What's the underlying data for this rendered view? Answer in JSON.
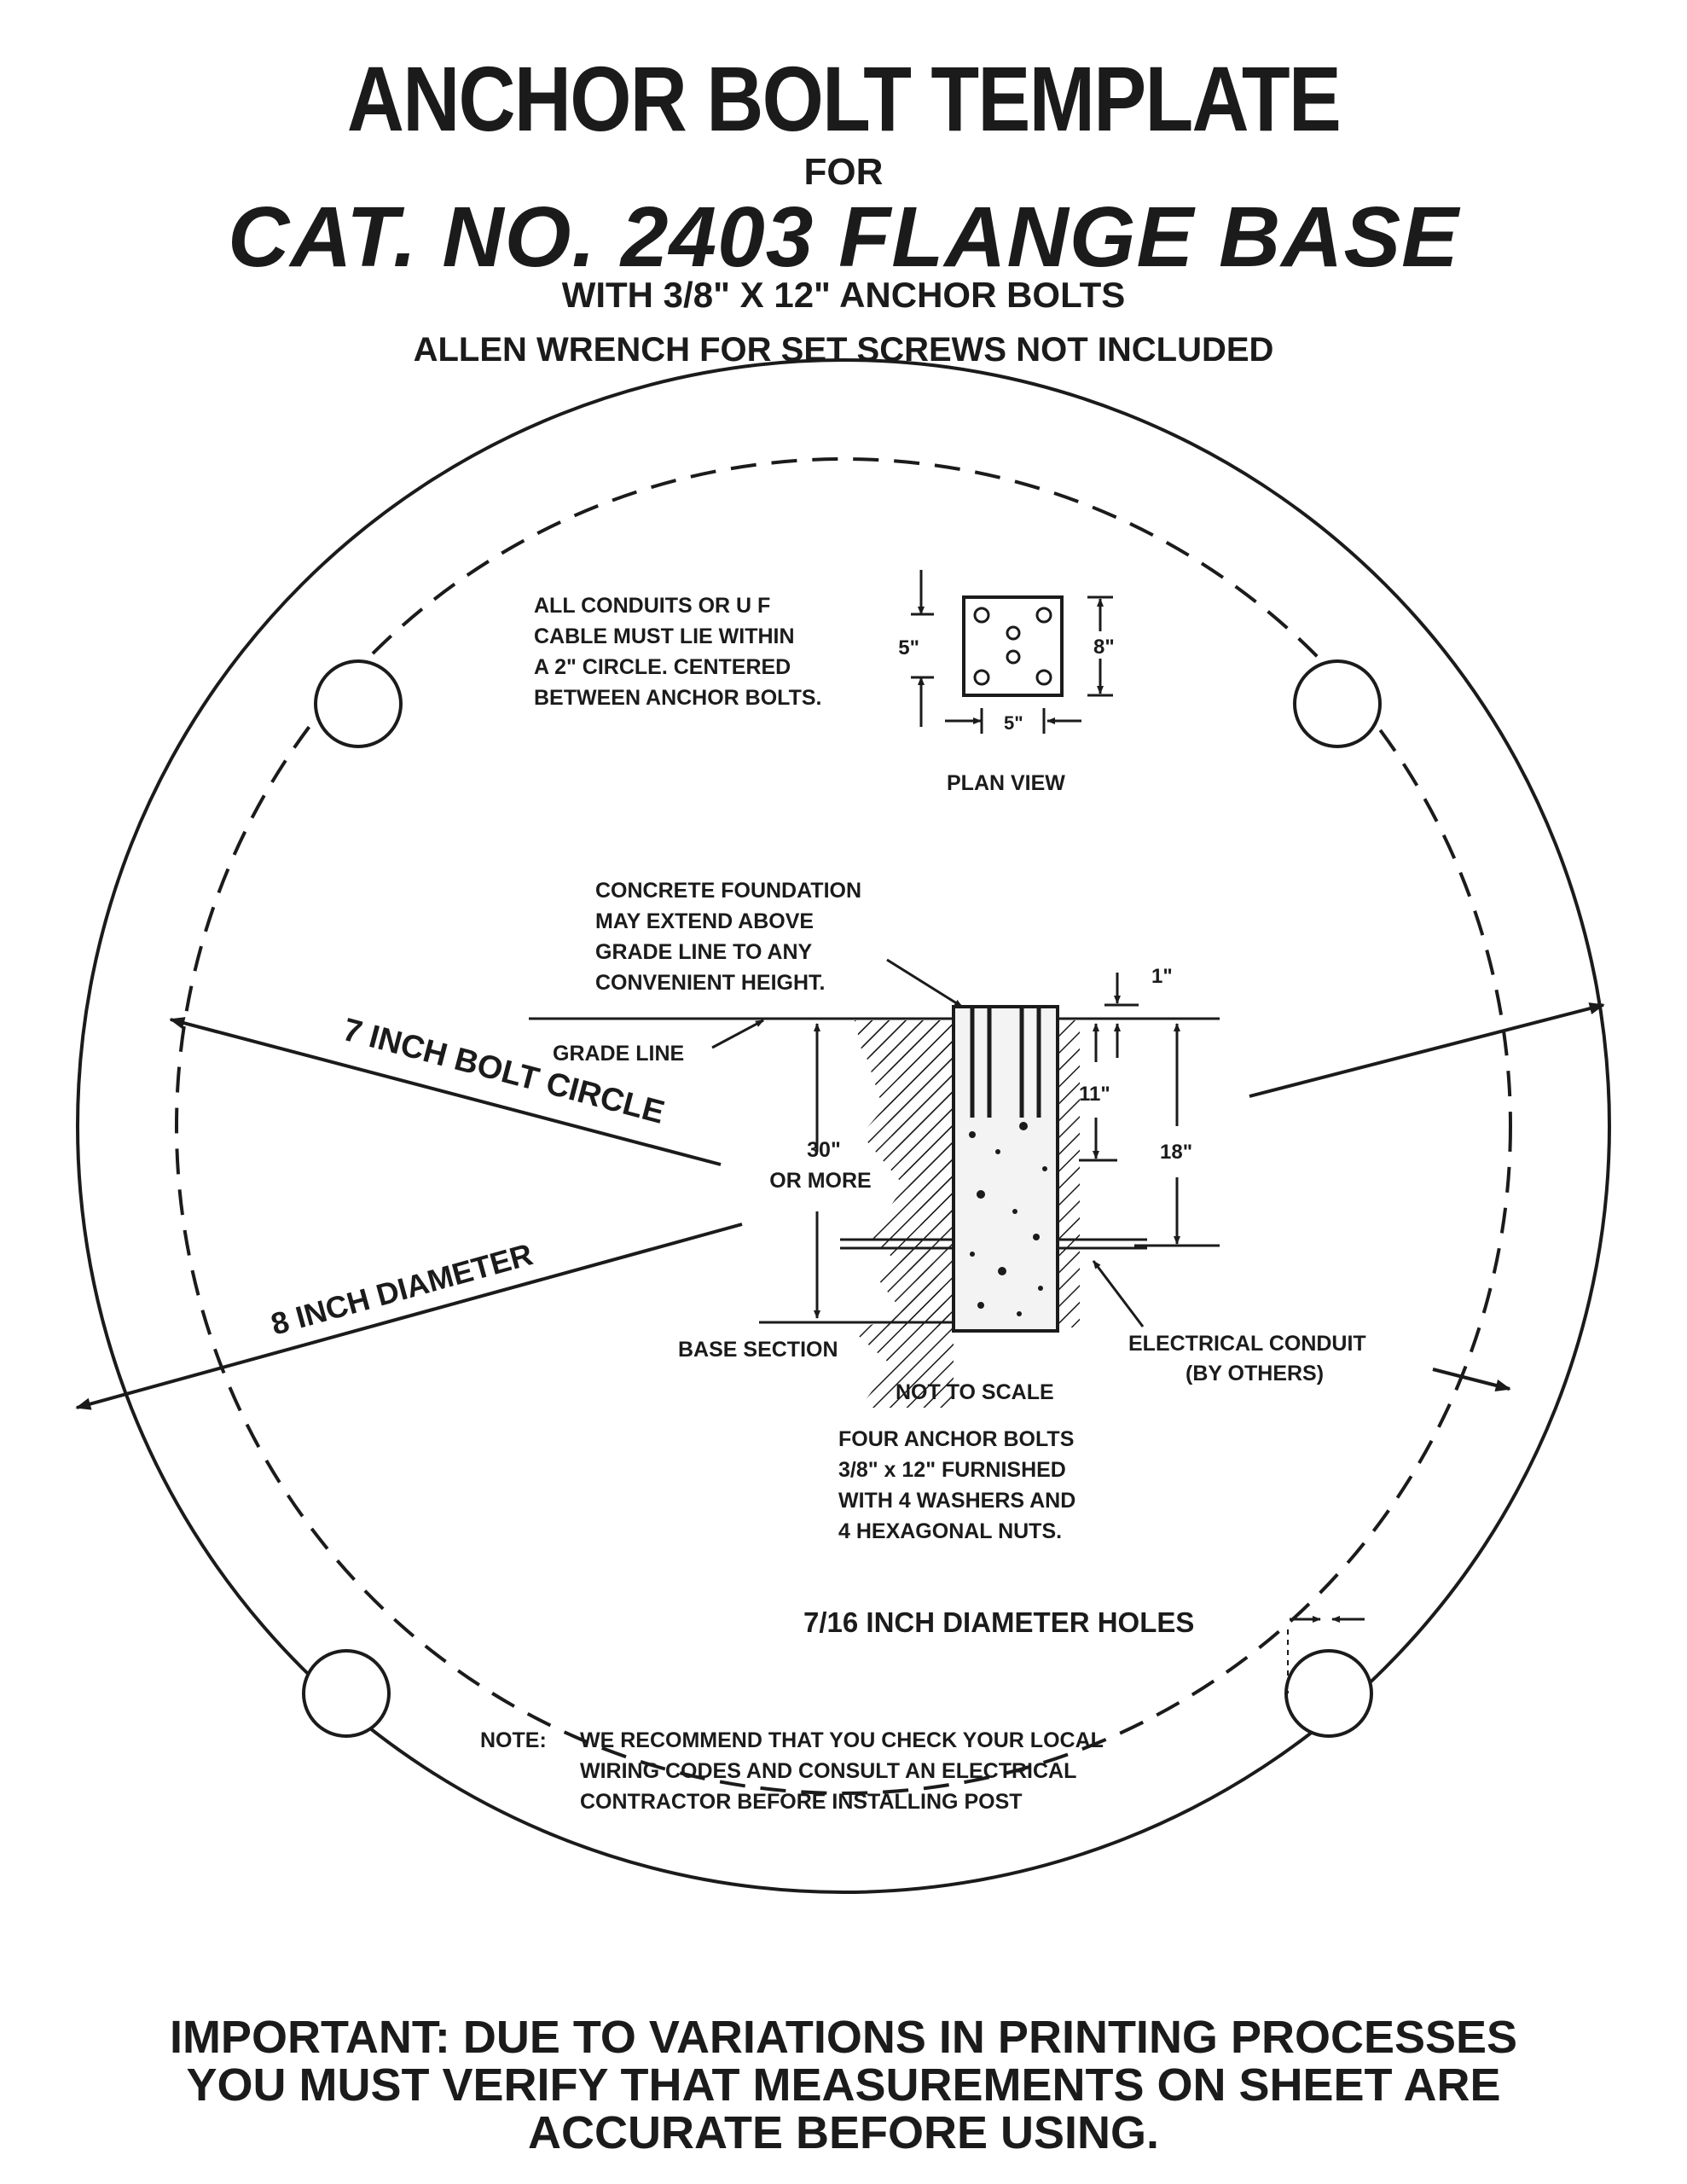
{
  "header": {
    "title": "ANCHOR BOLT TEMPLATE",
    "for": "FOR",
    "catalog": "CAT. NO. 2403 FLANGE BASE",
    "bolts": "WITH 3/8\" X 12\" ANCHOR BOLTS",
    "allen": "ALLEN WRENCH FOR SET SCREWS NOT INCLUDED"
  },
  "diagram": {
    "conduit_note": [
      "ALL CONDUITS OR U F",
      "CABLE MUST LIE WITHIN",
      "A 2\" CIRCLE. CENTERED",
      "BETWEEN ANCHOR BOLTS."
    ],
    "plan": {
      "dim_5_left": "5\"",
      "dim_8": "8\"",
      "dim_5_bottom": "5\"",
      "label": "PLAN VIEW"
    },
    "foundation_note": [
      "CONCRETE FOUNDATION",
      "MAY EXTEND ABOVE",
      "GRADE LINE TO ANY",
      "CONVENIENT HEIGHT."
    ],
    "bolt_circle_label": "7 INCH BOLT CIRCLE",
    "diameter_label": "8 INCH DIAMETER",
    "grade_line": "GRADE LINE",
    "depth_label": [
      "30\"",
      "OR MORE"
    ],
    "dim_1": "1\"",
    "dim_11": "11\"",
    "dim_18": "18\"",
    "base_section": "BASE SECTION",
    "not_to_scale": "NOT TO SCALE",
    "conduit_label": [
      "ELECTRICAL CONDUIT",
      "(BY OTHERS)"
    ],
    "anchor_note": [
      "FOUR ANCHOR BOLTS",
      "3/8\" x 12\" FURNISHED",
      "WITH 4 WASHERS AND",
      "4 HEXAGONAL NUTS."
    ],
    "holes_label": "7/16 INCH DIAMETER HOLES",
    "note_prefix": "NOTE:",
    "note_lines": [
      "WE RECOMMEND THAT YOU CHECK YOUR LOCAL",
      "WIRING CODES AND CONSULT AN ELECTRICAL",
      "CONTRACTOR BEFORE INSTALLING POST"
    ]
  },
  "important": [
    "IMPORTANT: DUE TO VARIATIONS IN PRINTING PROCESSES",
    "YOU MUST VERIFY THAT MEASUREMENTS ON SHEET ARE",
    "ACCURATE BEFORE USING."
  ]
}
